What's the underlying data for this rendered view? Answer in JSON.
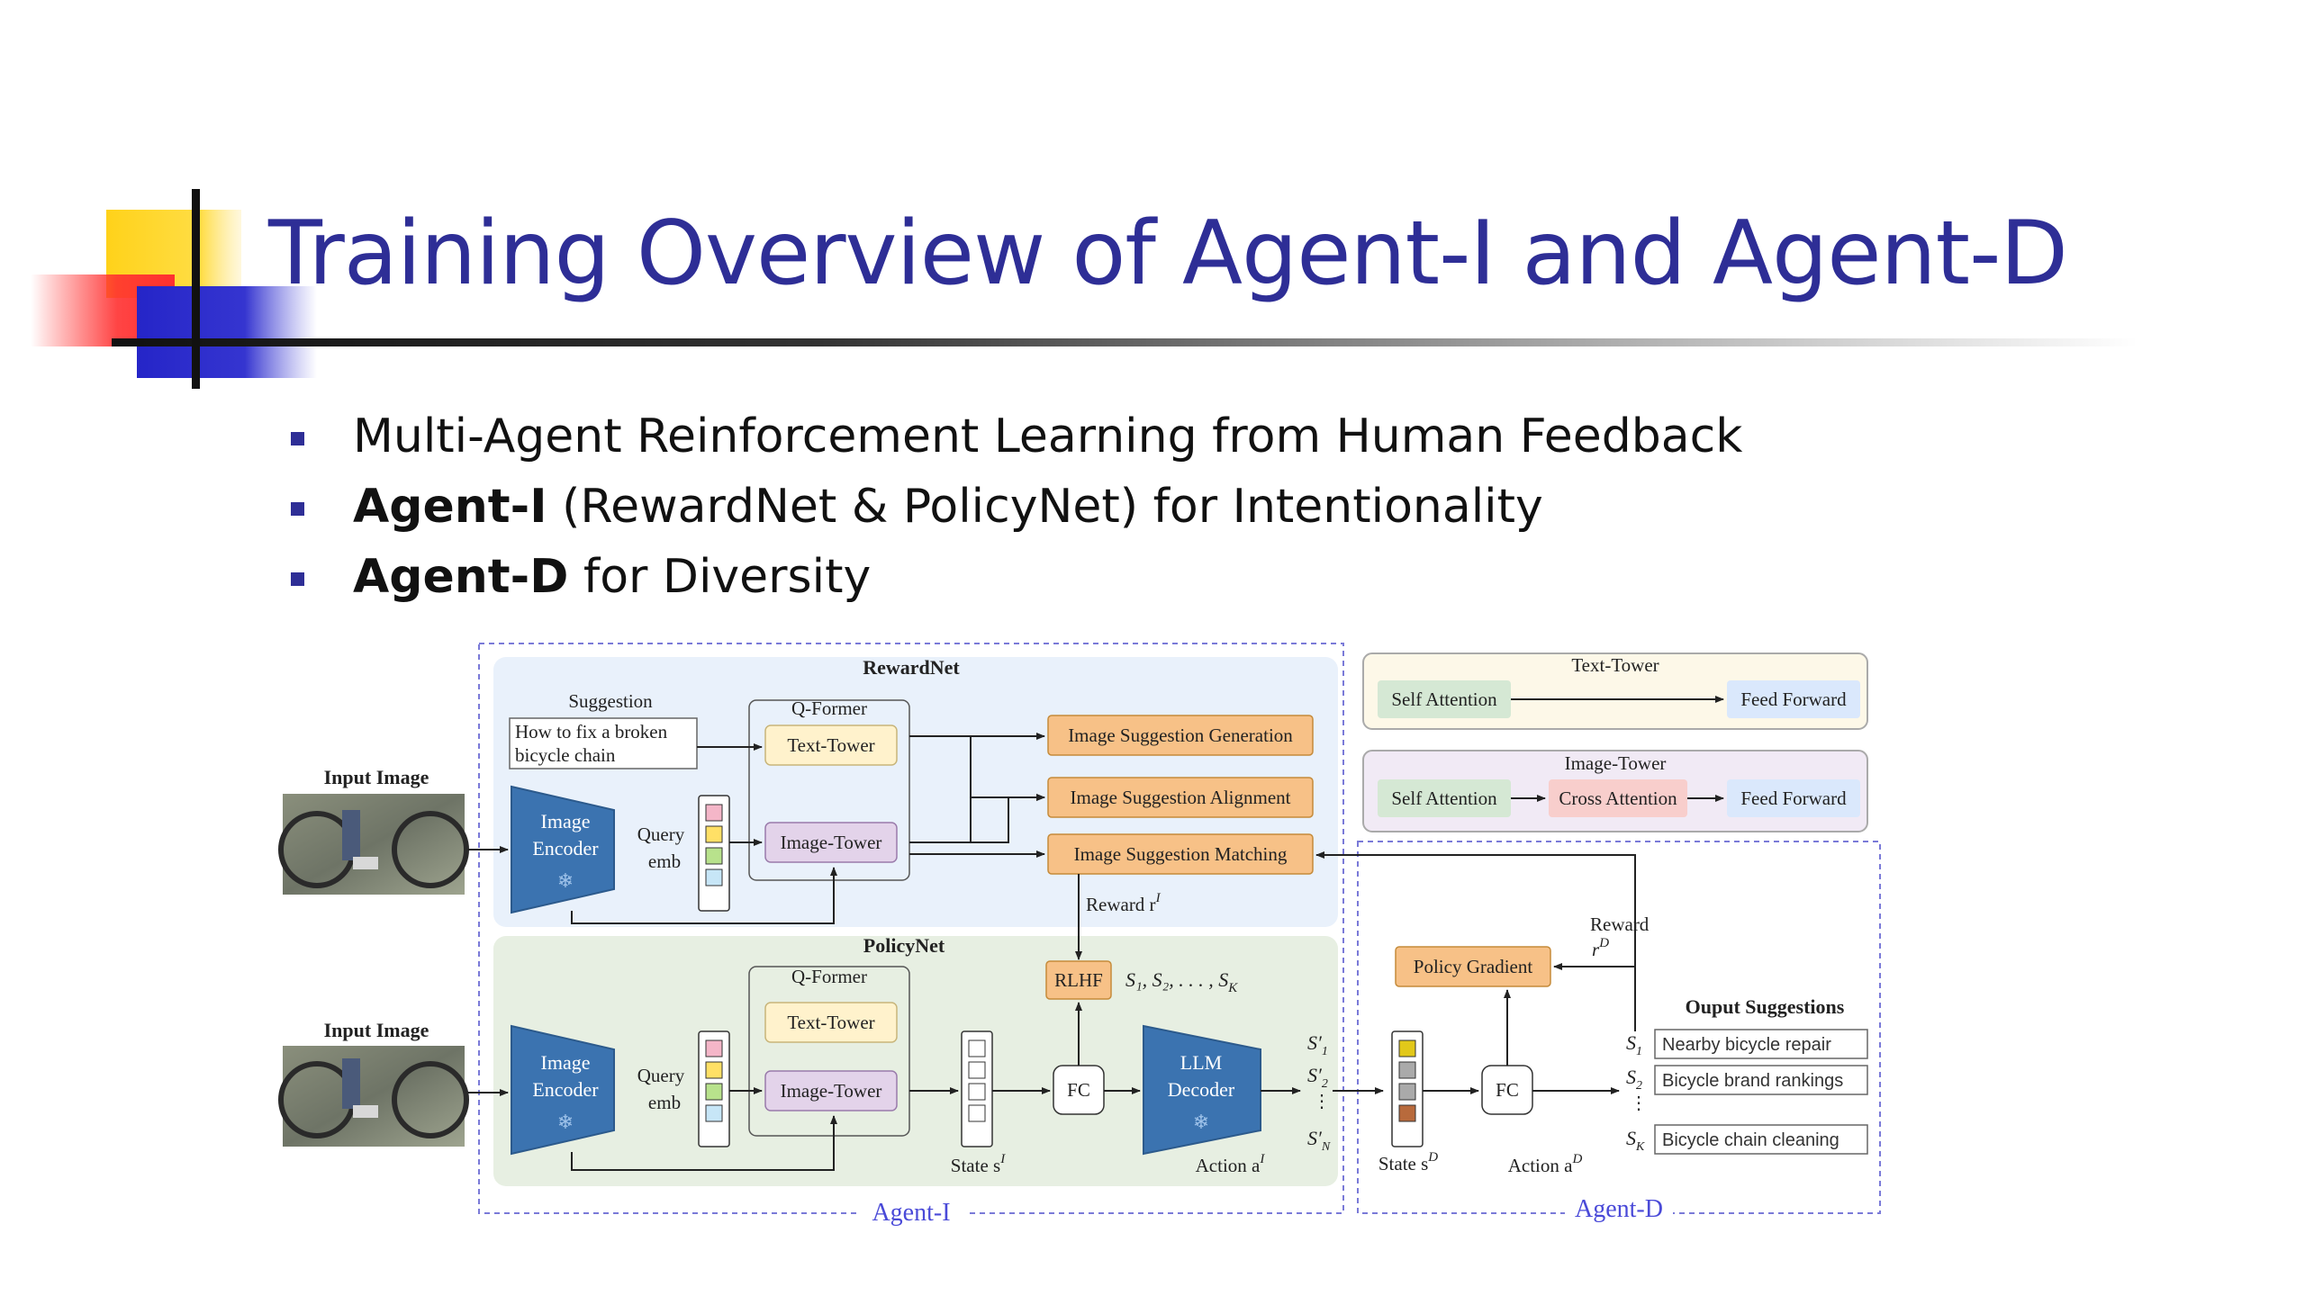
{
  "slide": {
    "title": "Training Overview of Agent-I and Agent-D",
    "bullets": [
      {
        "bold": "",
        "text": "Multi-Agent Reinforcement Learning from Human Feedback"
      },
      {
        "bold": "Agent-I",
        "text": " (RewardNet & PolicyNet) for Intentionality"
      },
      {
        "bold": "Agent-D",
        "text": " for Diversity"
      }
    ],
    "accent_color": "#2e2e96"
  },
  "diagram": {
    "rewardnet": {
      "title": "RewardNet",
      "suggestion_label": "Suggestion",
      "suggestion_text_line1": "How to fix a broken",
      "suggestion_text_line2": "bicycle chain",
      "input_image_label": "Input Image",
      "encoder_line1": "Image",
      "encoder_line2": "Encoder",
      "query_line1": "Query",
      "query_line2": "emb",
      "qformer": "Q-Former",
      "text_tower": "Text-Tower",
      "image_tower": "Image-Tower",
      "outputs": [
        "Image Suggestion Generation",
        "Image Suggestion Alignment",
        "Image Suggestion Matching"
      ],
      "reward_label": "Reward r",
      "reward_sup": "I"
    },
    "policynet": {
      "title": "PolicyNet",
      "input_image_label": "Input Image",
      "encoder_line1": "Image",
      "encoder_line2": "Encoder",
      "query_line1": "Query",
      "query_line2": "emb",
      "qformer": "Q-Former",
      "text_tower": "Text-Tower",
      "image_tower": "Image-Tower",
      "state_label": "State s",
      "state_sup": "I",
      "fc": "FC",
      "rlhf": "RLHF",
      "seq": "S₁, S₂, . . . , S",
      "seq_sub": "K",
      "llm_line1": "LLM",
      "llm_line2": "Decoder",
      "action_label": "Action a",
      "action_sup": "I",
      "s1p": "S′",
      "s1p_sub": "1",
      "s2p": "S′",
      "s2p_sub": "2",
      "snp": "S′",
      "snp_sub": "N"
    },
    "text_tower_legend": {
      "title": "Text-Tower",
      "blocks": [
        "Self Attention",
        "Feed Forward"
      ]
    },
    "image_tower_legend": {
      "title": "Image-Tower",
      "blocks": [
        "Self Attention",
        "Cross Attention",
        "Feed Forward"
      ]
    },
    "agent_d": {
      "policy_gradient": "Policy Gradient",
      "reward_label": "Reward",
      "reward_var": "r",
      "reward_sup": "D",
      "state_label": "State s",
      "state_sup": "D",
      "fc": "FC",
      "action_label": "Action a",
      "action_sup": "D",
      "output_title": "Ouput Suggestions",
      "s1": "S",
      "s1_sub": "1",
      "s2": "S",
      "s2_sub": "2",
      "sk": "S",
      "sk_sub": "K",
      "suggestions": [
        "Nearby bicycle repair",
        "Bicycle brand rankings",
        "Bicycle chain cleaning"
      ]
    },
    "agent_i_label": "Agent-I",
    "agent_d_label": "Agent-D",
    "colors": {
      "rewardnet_bg": "#e9f1fb",
      "policynet_bg": "#e7efe2",
      "orange": "#f7c187",
      "orange_border": "#c58b3a",
      "yellow": "#fff2cc",
      "purple": "#e3d3ea",
      "green_block": "#d5e8d4",
      "blue_block": "#dae8fc",
      "red_block": "#f8cecc",
      "encoder": "#3b73b0",
      "dash": "#7a7ad8"
    }
  }
}
